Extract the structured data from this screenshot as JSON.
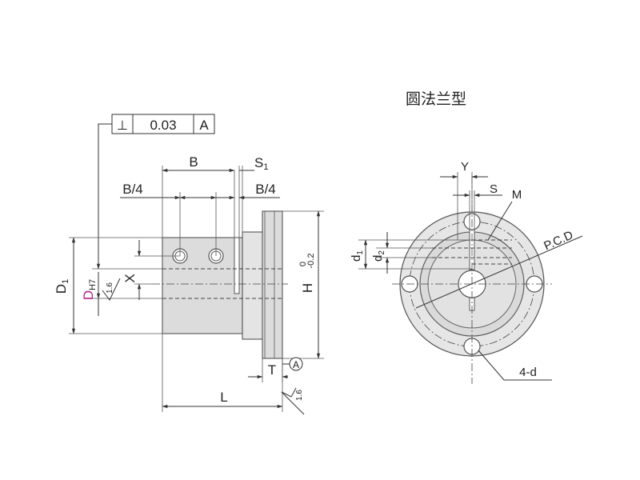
{
  "title": "圆法兰型",
  "tolerance": {
    "symbol": "⊥",
    "value": "0.03",
    "datum": "A"
  },
  "labels": {
    "B": "B",
    "S1_main": "S",
    "S1_sub": "1",
    "B4_left": "B/4",
    "B4_right": "B/4",
    "X": "X",
    "D1_main": "D",
    "D1_sub": "1",
    "D_main": "D",
    "D_sub": "H7",
    "roughness_left": "1.6",
    "roughness_bottom": "1.6",
    "H_main": "H",
    "H_tol_upper": "0",
    "H_tol_lower": "-0.2",
    "T": "T",
    "datum_A": "A",
    "L": "L",
    "Y": "Y",
    "S": "S",
    "M": "M",
    "PCD": "P.C.D",
    "d1_main": "d",
    "d1_sub": "1",
    "d2_main": "d",
    "d2_sub": "2",
    "holes": "4-d"
  },
  "colors": {
    "accent_D": "#b0208f",
    "line": "#333333",
    "fill": "#dcdcdc"
  }
}
